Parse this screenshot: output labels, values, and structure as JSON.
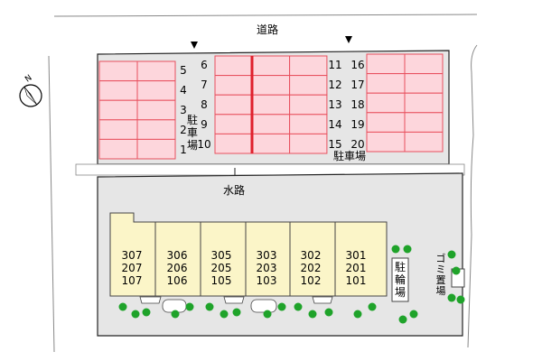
{
  "labels": {
    "road": "道路",
    "waterway": "水路",
    "parking": "駐車場",
    "parking_right": "駐車場",
    "bicycle": "駐輪場",
    "garbage": "ゴミ置場",
    "compass": "N"
  },
  "parking_numbers": {
    "left_col": [
      "5",
      "4",
      "3",
      "2",
      "1"
    ],
    "mid_left": [
      "6",
      "7",
      "8",
      "9",
      "10"
    ],
    "mid_right": [
      "11",
      "12",
      "13",
      "14",
      "15"
    ],
    "right_col": [
      "16",
      "17",
      "18",
      "19",
      "20"
    ]
  },
  "units": [
    {
      "top": "307",
      "mid": "207",
      "bot": "107"
    },
    {
      "top": "306",
      "mid": "206",
      "bot": "106"
    },
    {
      "top": "305",
      "mid": "205",
      "bot": "105"
    },
    {
      "top": "303",
      "mid": "203",
      "bot": "103"
    },
    {
      "top": "302",
      "mid": "202",
      "bot": "102"
    },
    {
      "top": "301",
      "mid": "201",
      "bot": "101"
    }
  ],
  "colors": {
    "parking_fill": "#fdd6dc",
    "parking_line": "#e8505e",
    "parking_divider": "#e0202c",
    "building_fill": "#fbf5c8",
    "site_fill": "#e6e6e6",
    "tree": "#1fa32a"
  }
}
